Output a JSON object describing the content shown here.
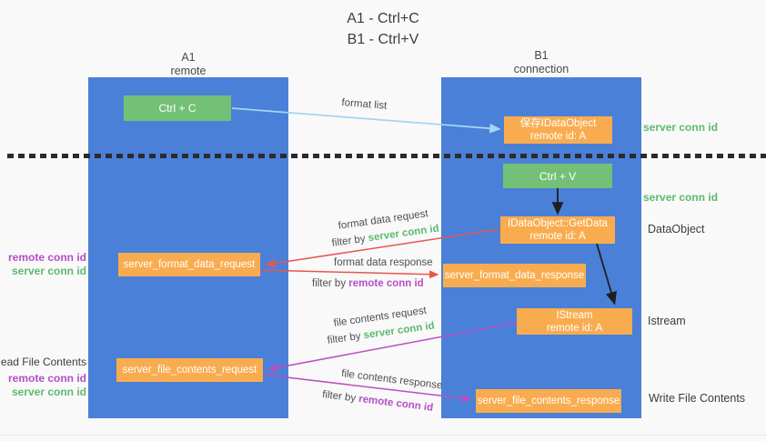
{
  "title": {
    "line1": "A1 - Ctrl+C",
    "line2": "B1 - Ctrl+V"
  },
  "columns": {
    "left": {
      "name": "A1",
      "role": "remote"
    },
    "right": {
      "name": "B1",
      "role": "connection"
    }
  },
  "nodes": {
    "ctrl_c": "Ctrl + C",
    "ctrl_v": "Ctrl + V",
    "save_dataobject": {
      "line1": "保存IDataObject",
      "line2": "remote id: A"
    },
    "getdata": {
      "line1": "IDataObject::GetData",
      "line2": "remote id: A"
    },
    "istream": {
      "line1": "IStream",
      "line2": "remote id: A"
    },
    "format_request": "server_format_data_request",
    "format_response": "server_format_data_response",
    "file_request": "server_file_contents_request",
    "file_response": "server_file_contents_response"
  },
  "ids": {
    "server": "server conn id",
    "remote": "remote conn id"
  },
  "arrow_labels": {
    "format_list": "format list",
    "format_data_request": "format data request",
    "format_data_response": "format data response",
    "file_contents_request": "file contents request",
    "file_contents_response": "file contents response",
    "filter_by": "filter by"
  },
  "side_labels": {
    "dataobject": "DataObject",
    "istream": "Istream",
    "read_file_contents": "Read File Contents",
    "write_file_contents": "Write File Contents"
  },
  "colors": {
    "column_blue": "#4a80d8",
    "node_green": "#74c077",
    "node_orange": "#f9ac4f",
    "arrow_red": "#e8564e",
    "arrow_magenta": "#b94fc2",
    "arrow_light_blue": "#a5d5f2",
    "arrow_black": "#1f1f1f",
    "text_green": "#5cba6e",
    "text_purple": "#b44fc6"
  }
}
